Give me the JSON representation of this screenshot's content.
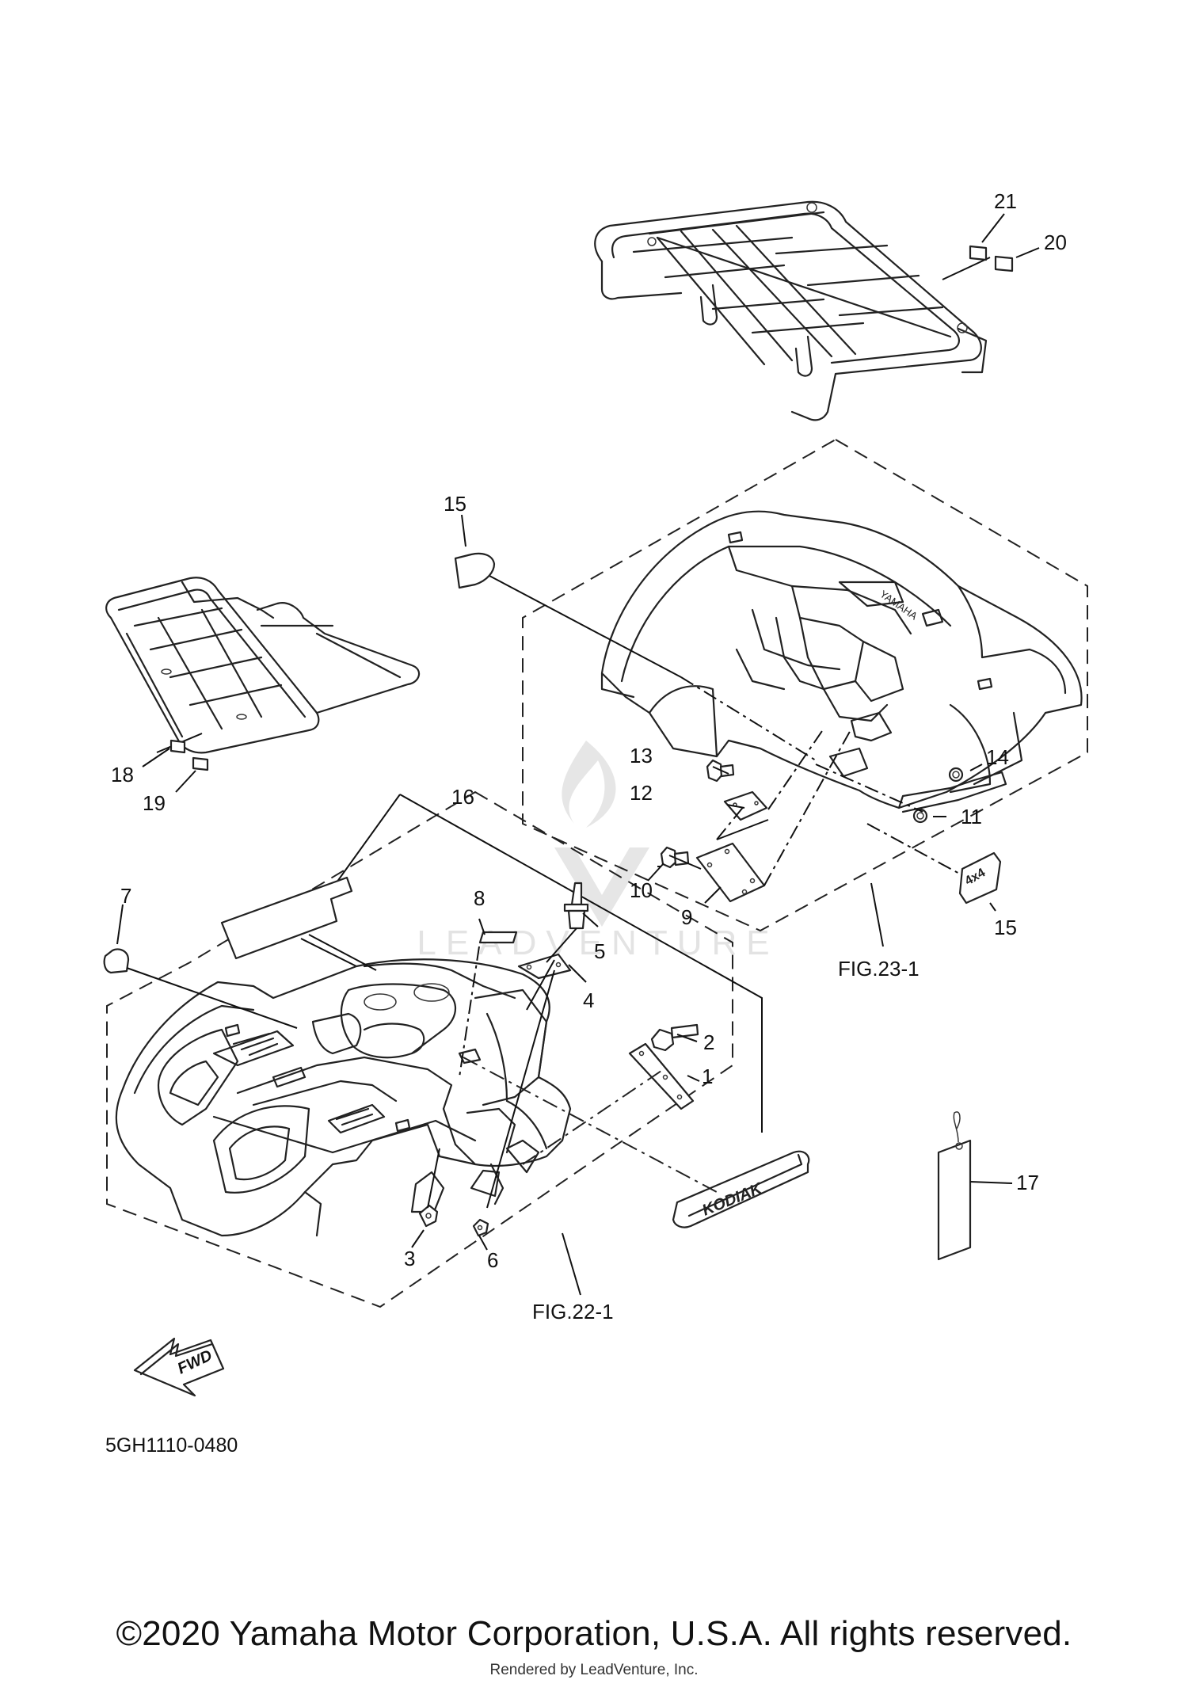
{
  "diagram": {
    "callouts": {
      "c1": "1",
      "c2": "2",
      "c3": "3",
      "c4": "4",
      "c5": "5",
      "c6": "6",
      "c7": "7",
      "c8": "8",
      "c9": "9",
      "c10": "10",
      "c11": "11",
      "c12": "12",
      "c13": "13",
      "c14": "14",
      "c15a": "15",
      "c15b": "15",
      "c16": "16",
      "c17": "17",
      "c18": "18",
      "c19": "19",
      "c20": "20",
      "c21": "21"
    },
    "fig_refs": {
      "rear": "FIG.23-1",
      "front": "FIG.22-1"
    },
    "diagram_code": "5GH1110-0480",
    "labels": {
      "fwd": "FWD",
      "decal_kodiak": "KODIAK",
      "decal_4x4": "4x4",
      "fender_brand": "YAMAHA"
    },
    "watermark": "LEADVENTURE"
  },
  "footer": {
    "copyright": "©2020 Yamaha Motor Corporation, U.S.A. All rights reserved.",
    "rendered_by": "Rendered by LeadVenture, Inc."
  }
}
